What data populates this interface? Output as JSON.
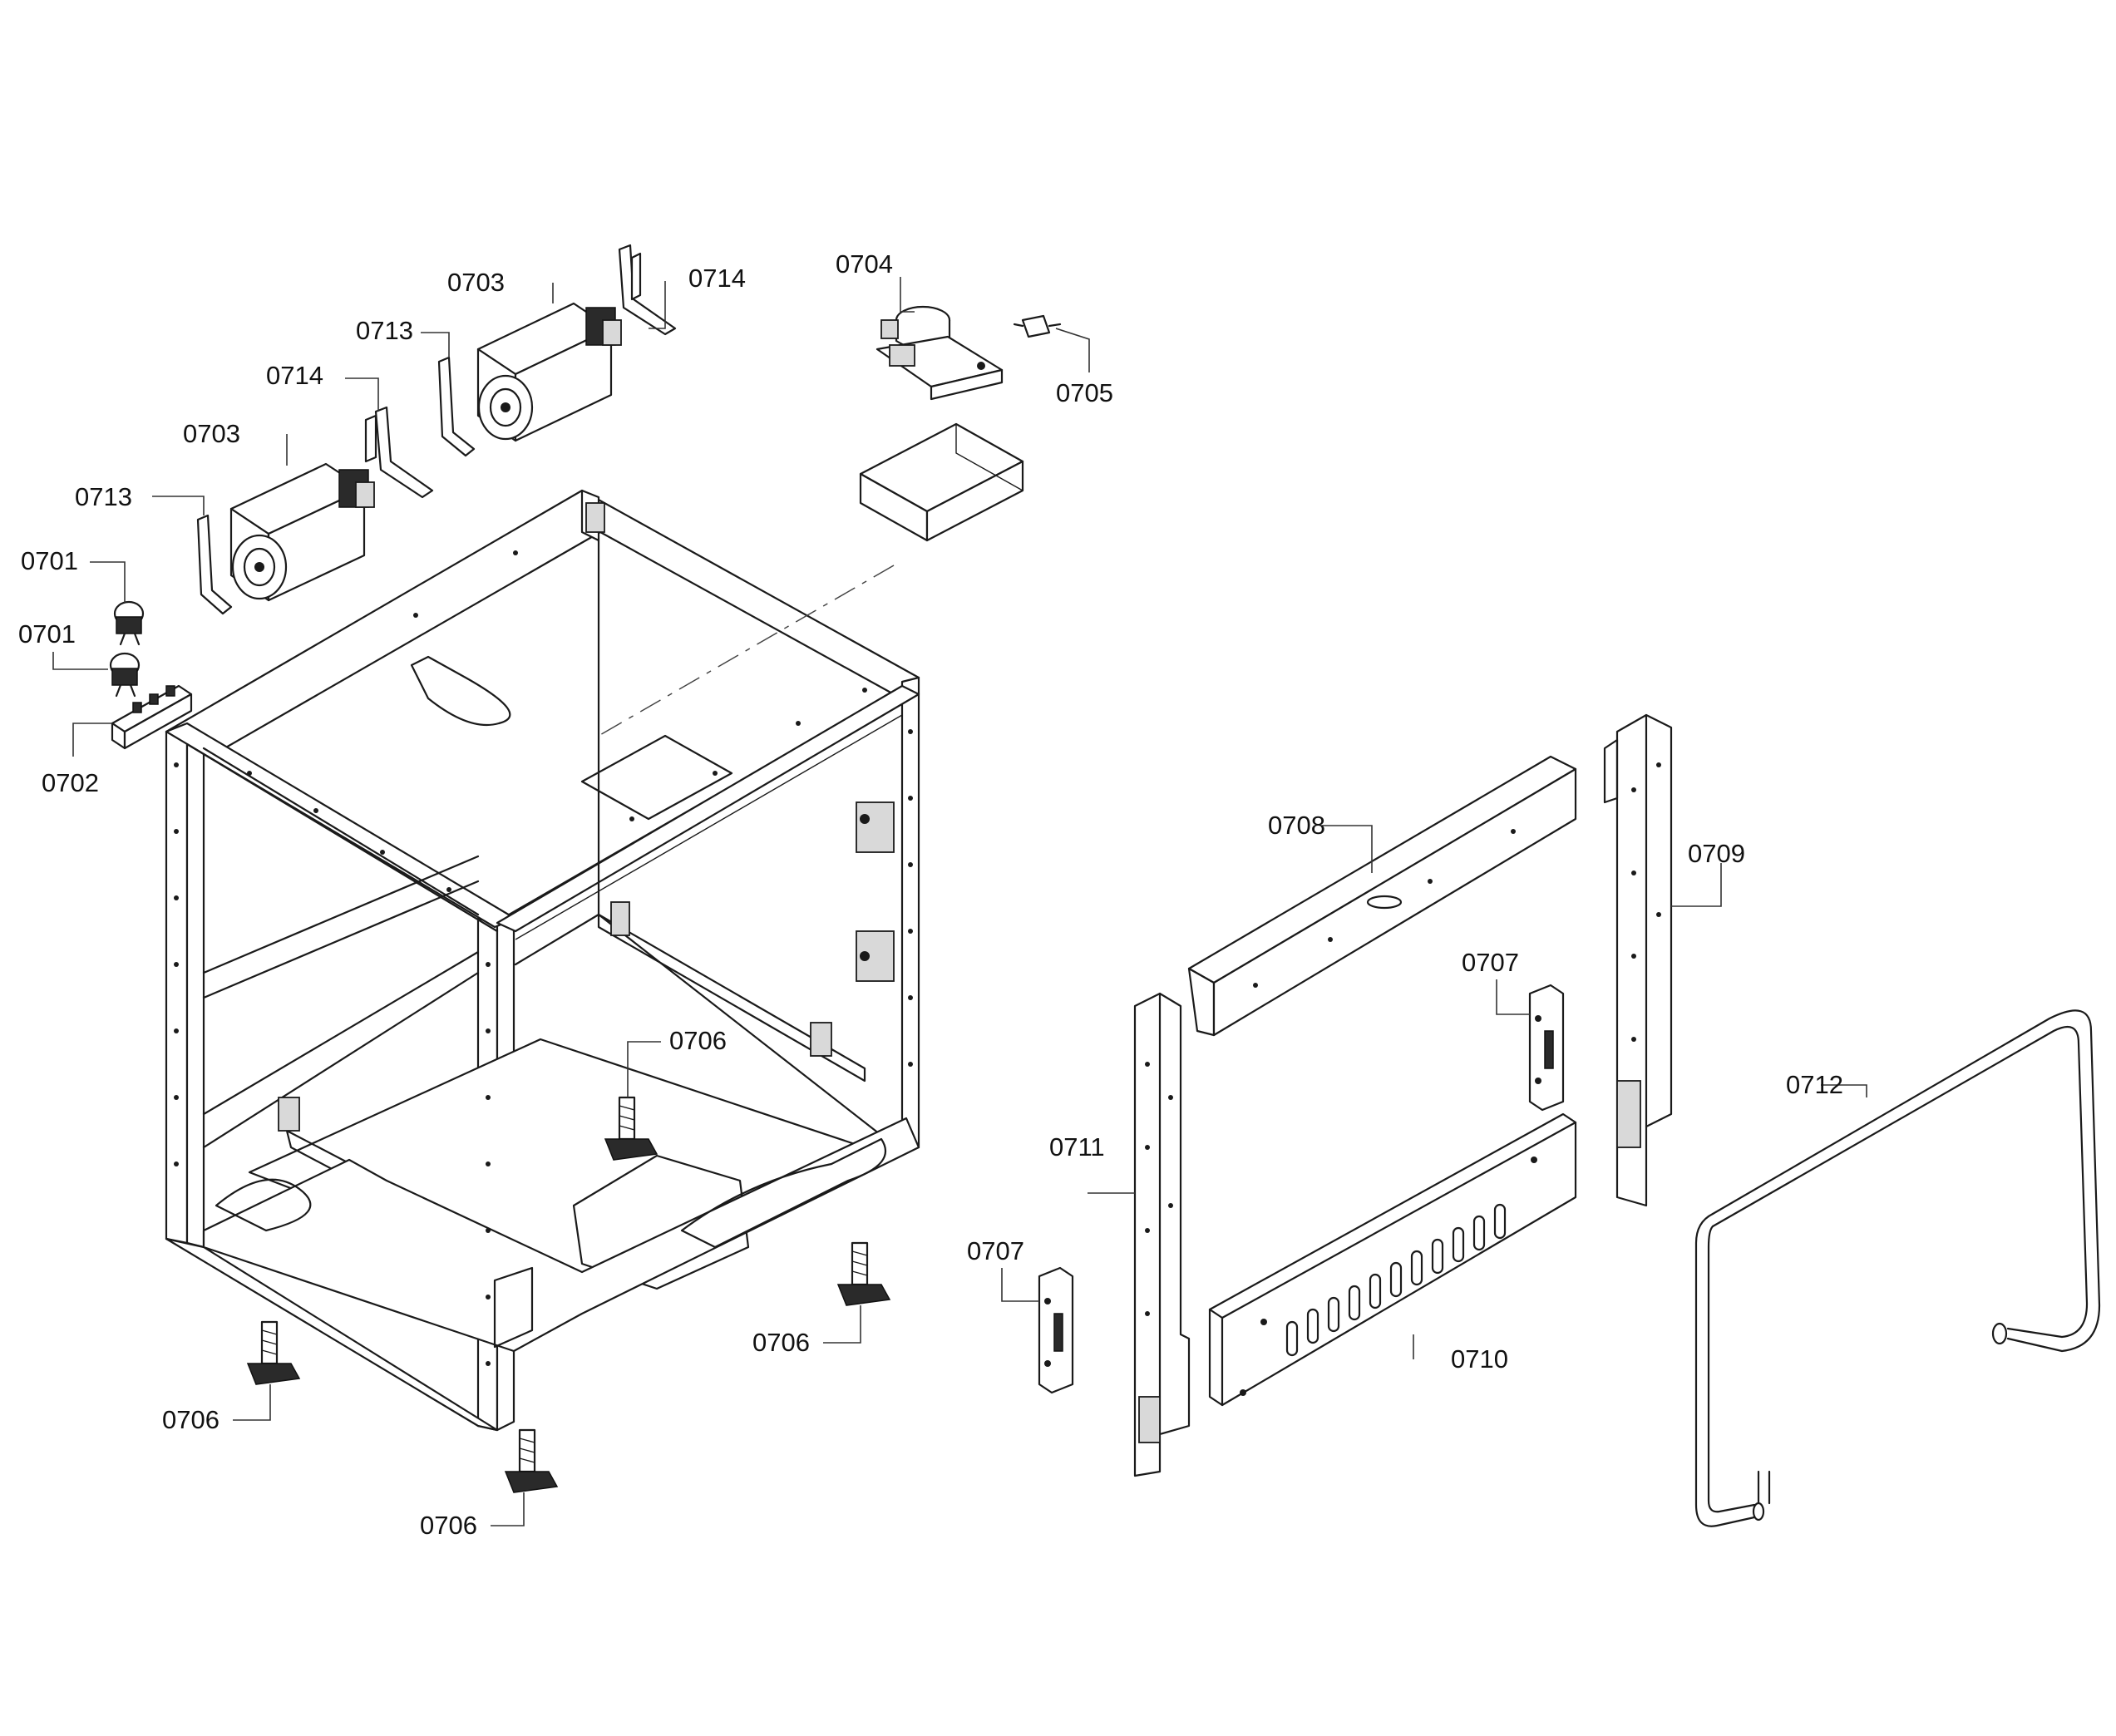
{
  "callouts": {
    "c0701a": "0701",
    "c0701b": "0701",
    "c0702": "0702",
    "c0703a": "0703",
    "c0703b": "0703",
    "c0704": "0704",
    "c0705": "0705",
    "c0706a": "0706",
    "c0706b": "0706",
    "c0706c": "0706",
    "c0706d": "0706",
    "c0707a": "0707",
    "c0707b": "0707",
    "c0708": "0708",
    "c0709": "0709",
    "c0710": "0710",
    "c0711": "0711",
    "c0712": "0712",
    "c0713a": "0713",
    "c0713b": "0713",
    "c0714a": "0714",
    "c0714b": "0714"
  }
}
